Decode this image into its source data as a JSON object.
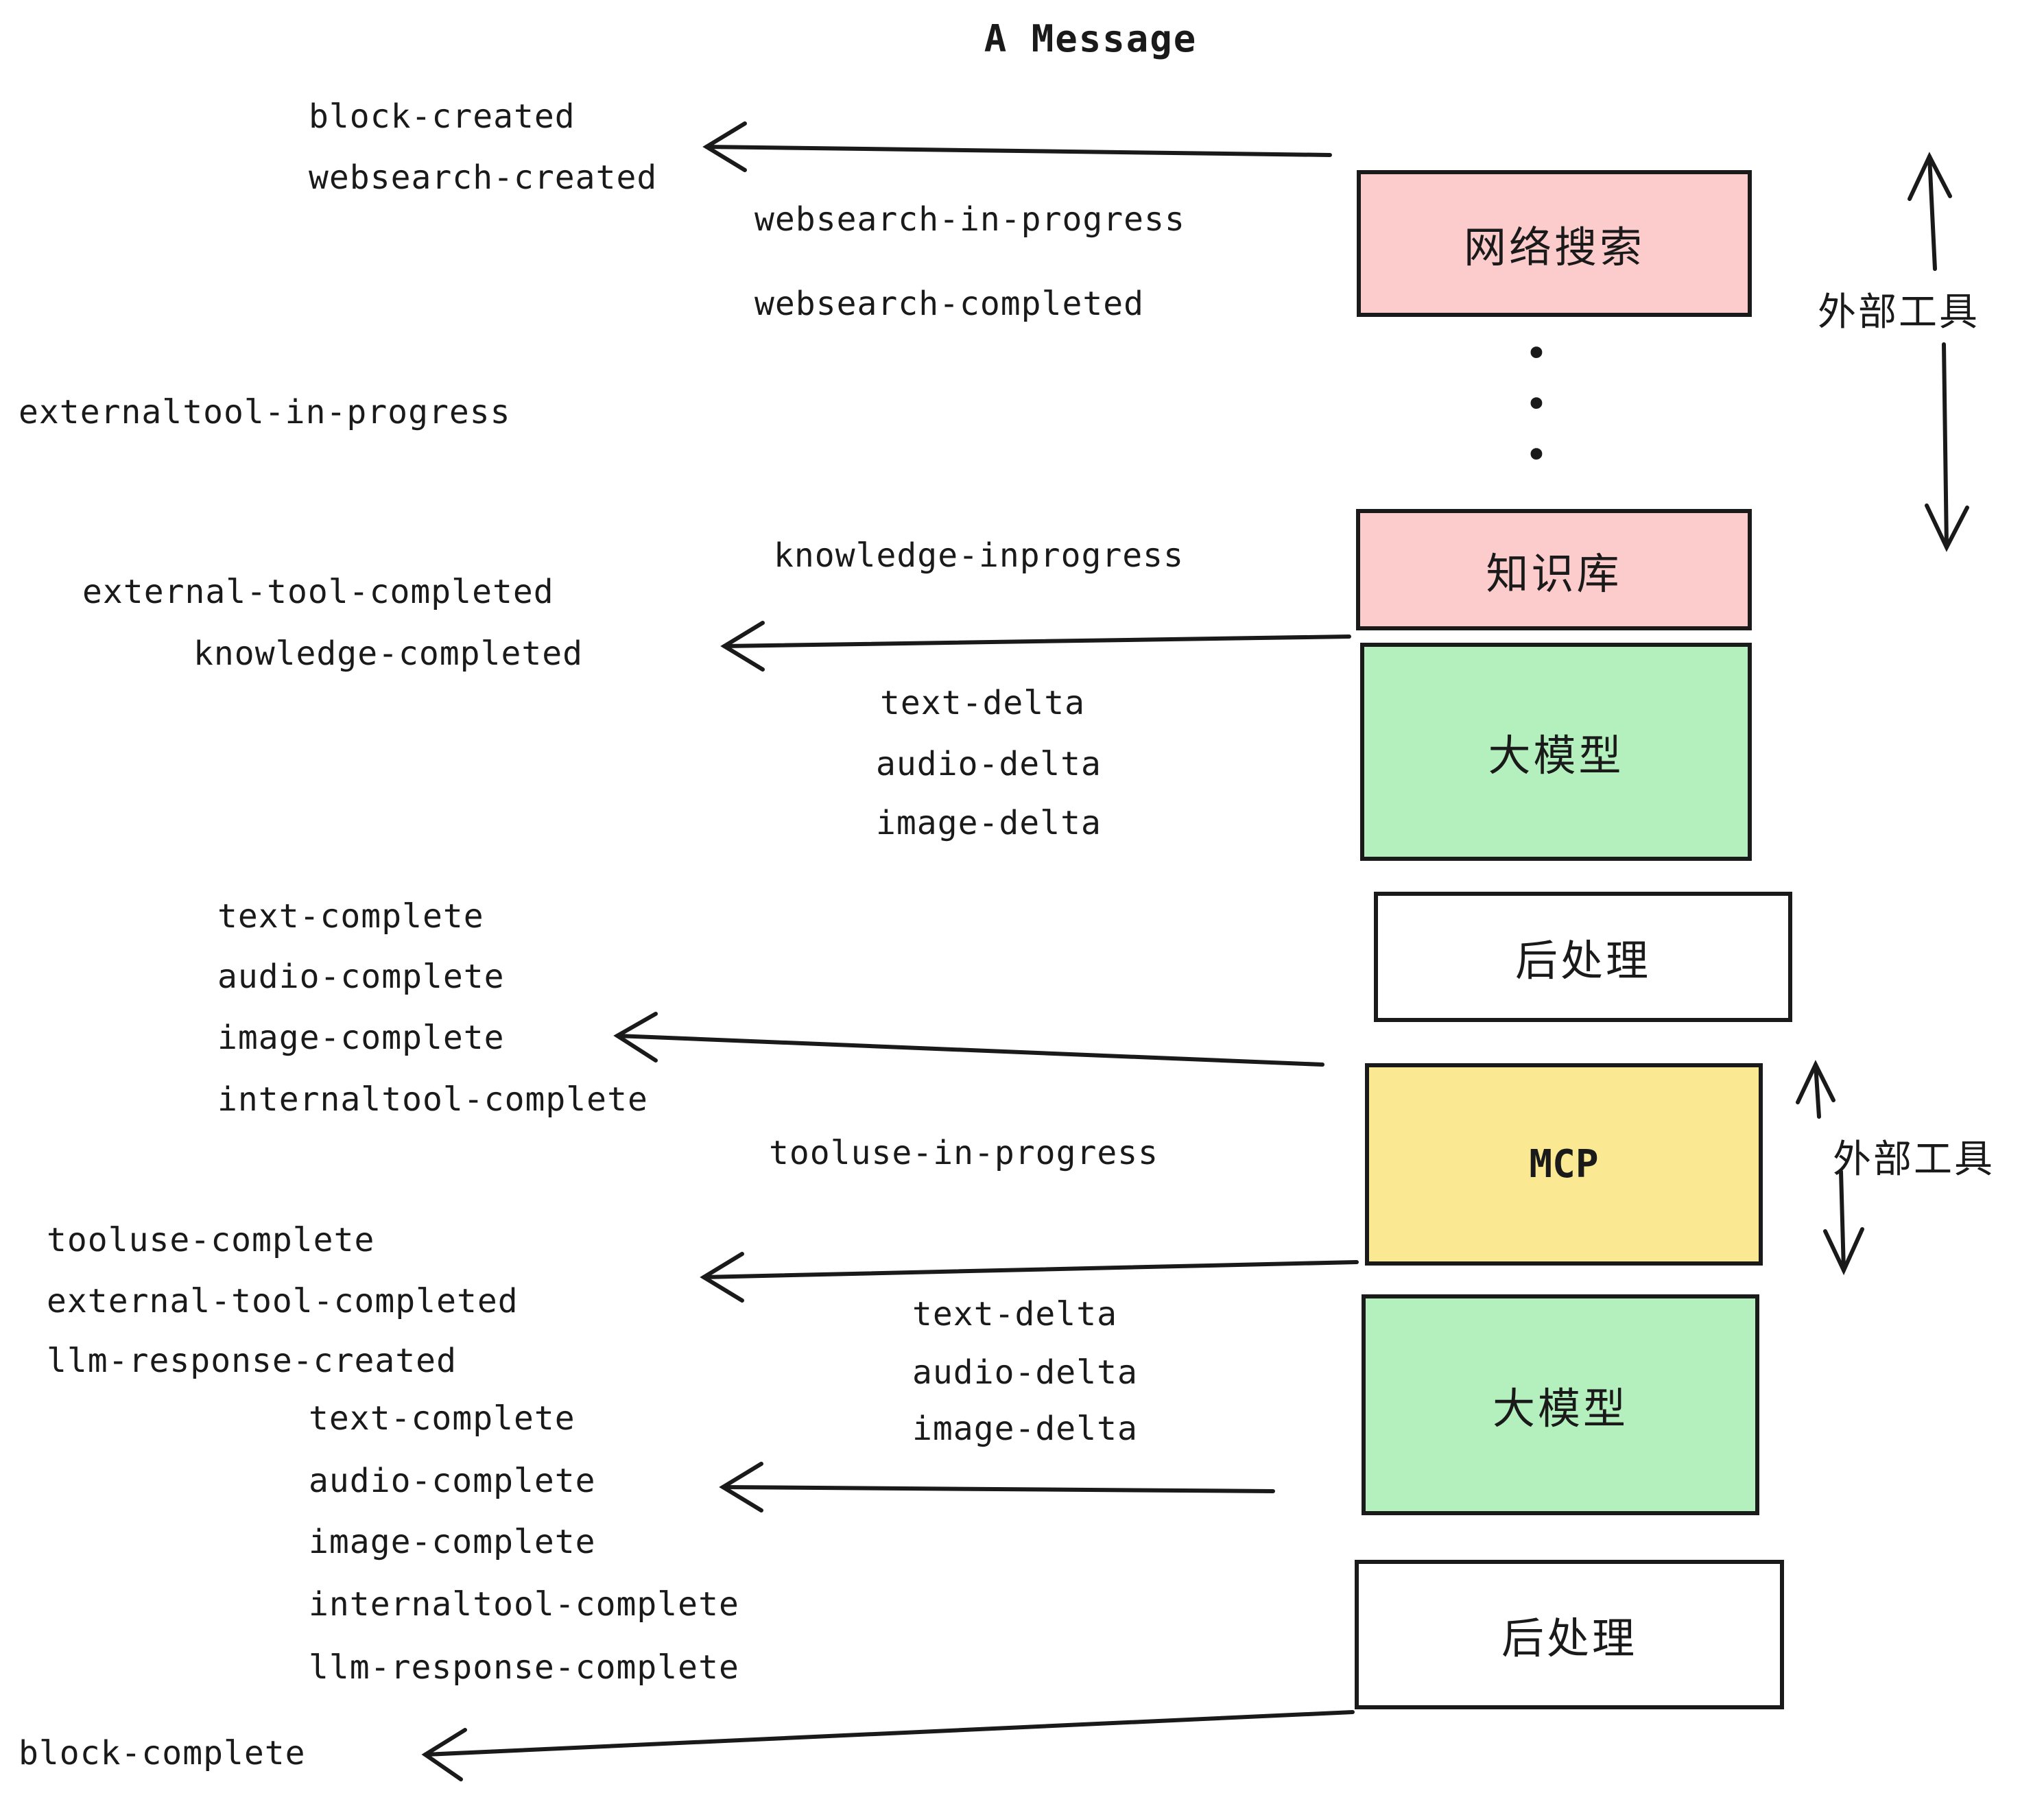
{
  "title": "A Message",
  "colors": {
    "pink": "#fbcccb",
    "green": "#b4f0bd",
    "yellow": "#fae893",
    "white": "#ffffff",
    "stroke": "#1a1a1a"
  },
  "boxes": {
    "websearch": "网络搜索",
    "knowledge": "知识库",
    "llm1": "大模型",
    "post1": "后处理",
    "mcp": "MCP",
    "llm2": "大模型",
    "post2": "后处理"
  },
  "side_labels": {
    "external_tools_top": "外部工具",
    "external_tools_mcp": "外部工具"
  },
  "icons": {
    "vertical_ellipsis": "•\n•\n•"
  },
  "events": {
    "block_created": "block-created",
    "websearch_created": "websearch-created",
    "websearch_in_progress": "websearch-in-progress",
    "websearch_completed": "websearch-completed",
    "externaltool_in_progress": "externaltool-in-progress",
    "knowledge_inprogress": "knowledge-inprogress",
    "external_tool_completed_1": "external-tool-completed",
    "knowledge_completed": "knowledge-completed",
    "text_delta_1": "text-delta",
    "audio_delta_1": "audio-delta",
    "image_delta_1": "image-delta",
    "text_complete_1": "text-complete",
    "audio_complete_1": "audio-complete",
    "image_complete_1": "image-complete",
    "internaltool_complete_1": "internaltool-complete",
    "tooluse_in_progress": "tooluse-in-progress",
    "tooluse_complete": "tooluse-complete",
    "external_tool_completed_2": "external-tool-completed",
    "llm_response_created": "llm-response-created",
    "text_delta_2": "text-delta",
    "audio_delta_2": "audio-delta",
    "image_delta_2": "image-delta",
    "text_complete_2": "text-complete",
    "audio_complete_2": "audio-complete",
    "image_complete_2": "image-complete",
    "internaltool_complete_2": "internaltool-complete",
    "llm_response_complete": "llm-response-complete",
    "block_complete": "block-complete"
  }
}
